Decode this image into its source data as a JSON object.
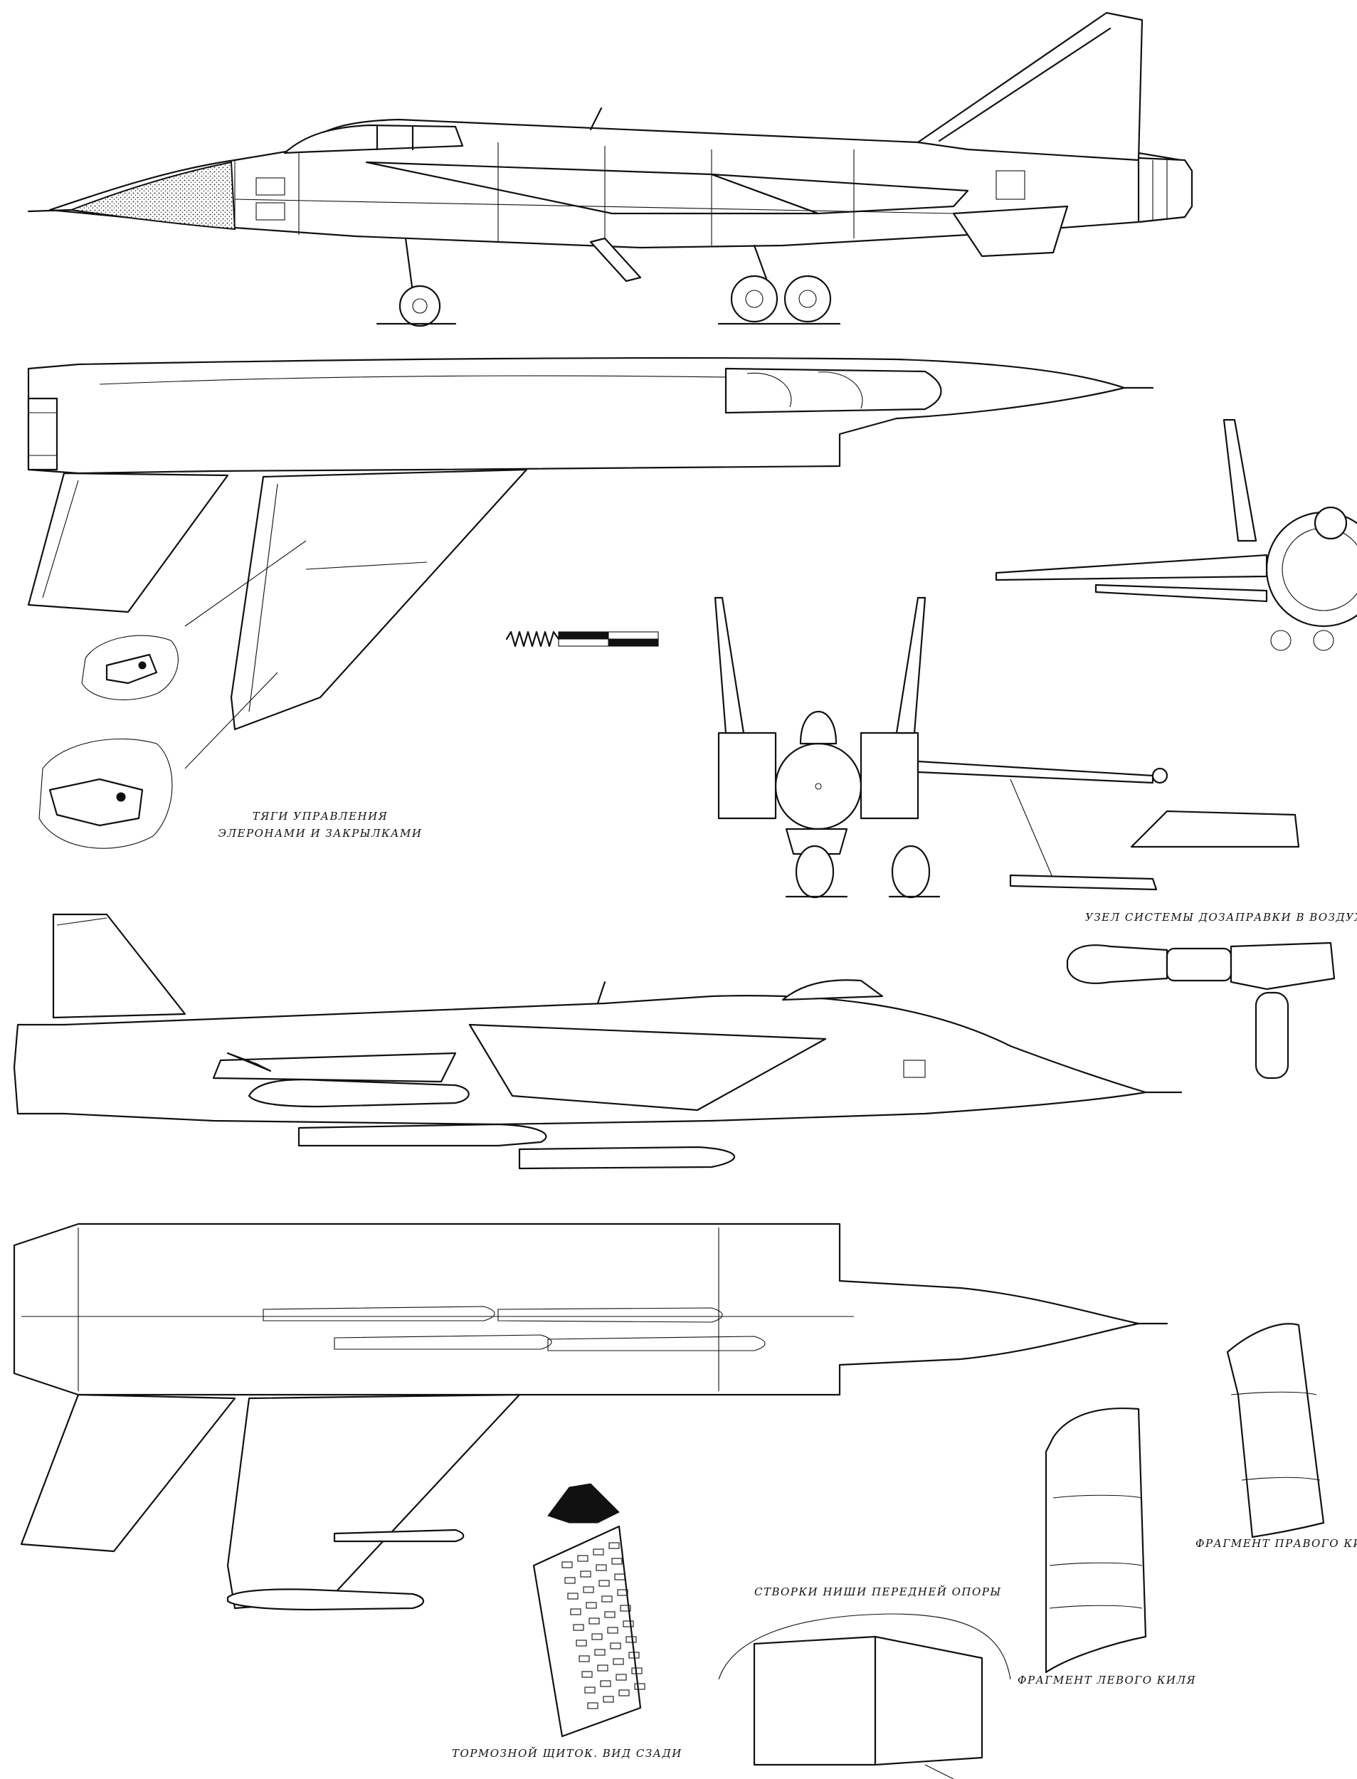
{
  "captions": {
    "aileron_rods_line1": "ТЯГИ УПРАВЛЕНИЯ",
    "aileron_rods_line2": "ЭЛЕРОНАМИ И ЗАКРЫЛКАМИ",
    "refuel_probe": "УЗЕЛ СИСТЕМЫ ДОЗАПРАВКИ В ВОЗДУХ.",
    "nose_gear_doors": "СТВОРКИ НИШИ ПЕРЕДНЕЙ ОПОРЫ",
    "right_fin": "ФРАГМЕНТ ПРАВОГО КИЛЯ",
    "left_fin": "ФРАГМЕНТ ЛЕВОГО КИЛЯ",
    "airbrake": "ТОРМОЗНОЙ ЩИТОК. ВИД СЗАДИ"
  },
  "colors": {
    "ink": "#111111",
    "paper": "#ffffff"
  }
}
